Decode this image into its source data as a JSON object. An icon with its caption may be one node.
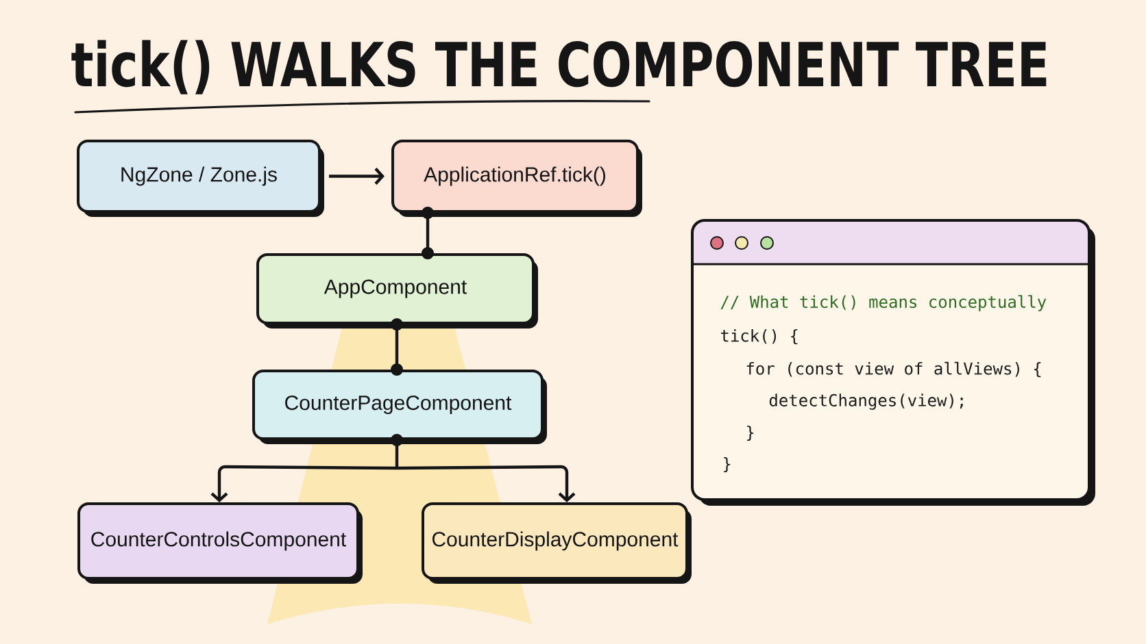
{
  "diagram": {
    "title": "tick() WALKS THE COMPONENT TREE",
    "nodes": [
      {
        "text": [
          "NgZone / Zone.js"
        ]
      },
      {
        "text": [
          "ApplicationRef.tick()"
        ]
      },
      {
        "text": [
          "AppComponent"
        ]
      },
      {
        "text": [
          "CounterPageComponent"
        ]
      },
      {
        "text": [
          "CounterControlsComponent"
        ]
      },
      {
        "text": [
          "CounterDisplayComponent"
        ]
      },
      {
        "text": [
          "// What tick() means conceptually",
          "tick() {",
          "for (const view of allViews) {",
          "detectChanges(view);",
          "}",
          "}"
        ]
      }
    ],
    "edges": [
      {
        "from": 0,
        "to": 1,
        "arrow": "to"
      },
      {
        "from": 1,
        "to": 2,
        "arrow": "other"
      },
      {
        "from": 2,
        "to": 3,
        "arrow": "other"
      },
      {
        "from": 3,
        "to": 4,
        "arrow": "to"
      },
      {
        "from": 3,
        "to": 5,
        "arrow": "to"
      }
    ]
  }
}
